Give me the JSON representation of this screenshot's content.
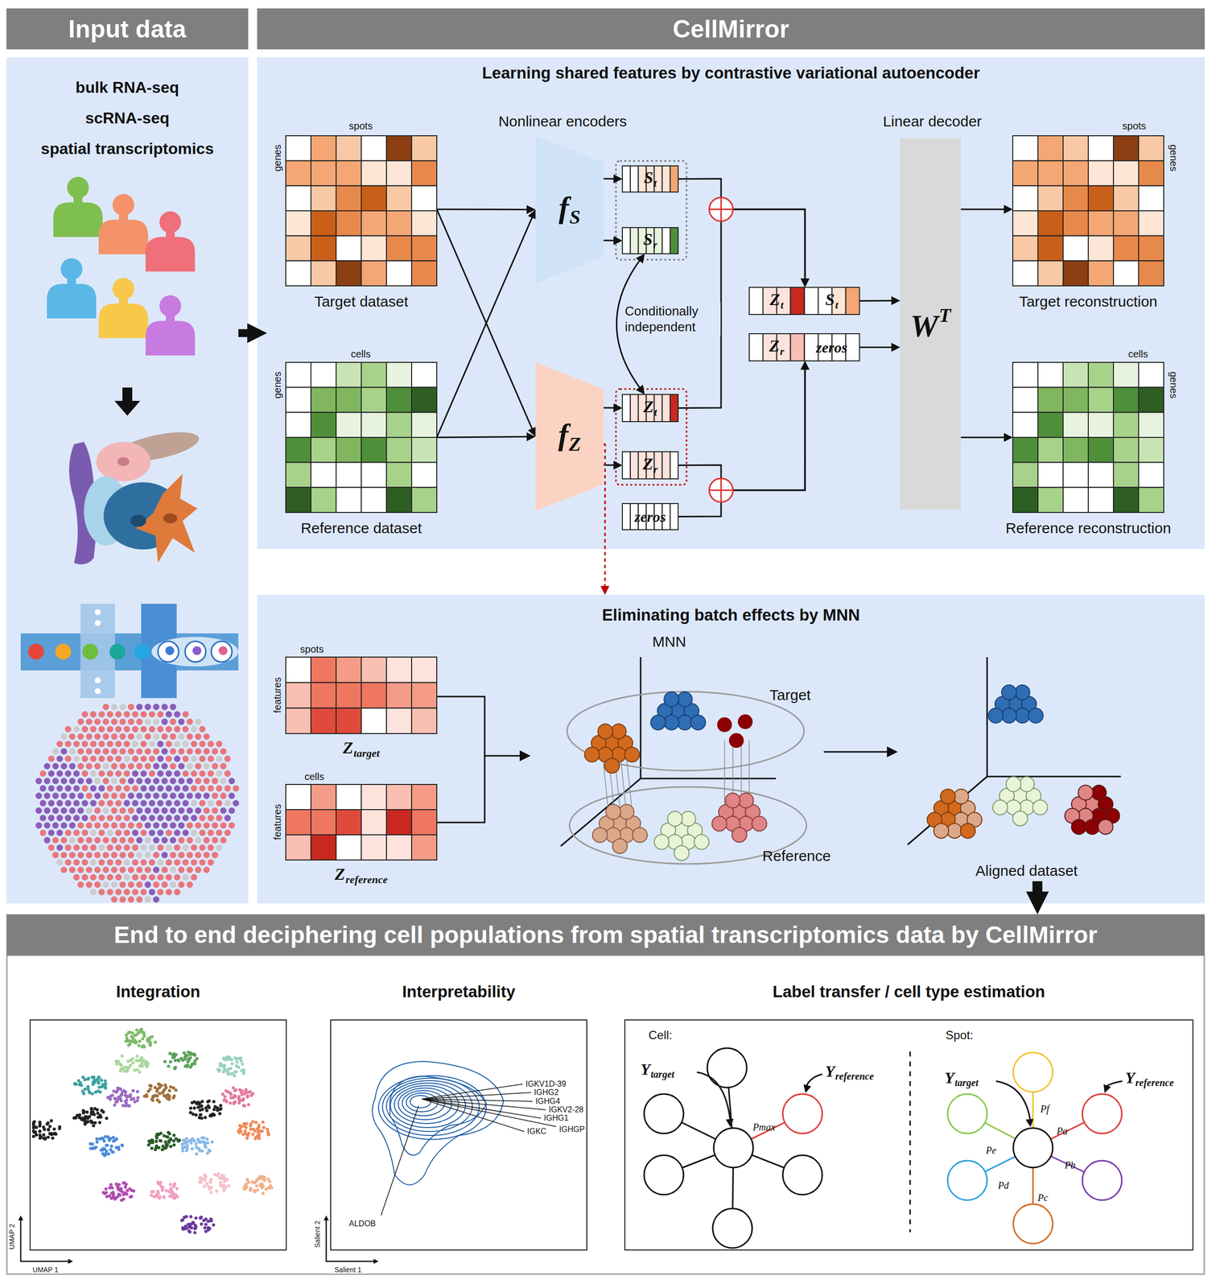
{
  "diagram": {
    "nodes": [
      {
        "text": [
          "Input data"
        ]
      },
      {
        "text": [
          "CellMirror"
        ]
      },
      {
        "text": [
          "bulk RNA-seq",
          "scRNA-seq",
          "spatial transcriptomics"
        ]
      },
      {
        "text": [
          "Learning shared features by contrastive variational autoencoder"
        ]
      },
      {
        "text": [
          "Target dataset"
        ],
        "in": 3
      },
      {
        "text": [
          "Reference dataset"
        ],
        "in": 3
      },
      {
        "text": [
          "f",
          "S"
        ],
        "in": 3
      },
      {
        "text": [
          "f",
          "Z"
        ],
        "in": 3
      },
      {
        "text": [
          "S",
          "t"
        ],
        "in": 3
      },
      {
        "text": [
          "S",
          "r"
        ],
        "in": 3
      },
      {
        "text": [
          "Z",
          "t"
        ],
        "in": 3
      },
      {
        "text": [
          "Z",
          "r"
        ],
        "in": 3
      },
      {
        "text": [
          "zeros"
        ],
        "in": 3
      },
      {
        "text": [
          "Z",
          "t",
          "S",
          "t"
        ],
        "in": 3
      },
      {
        "text": [
          "Z",
          "r",
          "zeros"
        ],
        "in": 3
      },
      {
        "text": [
          "W",
          "T"
        ],
        "in": 3
      },
      {
        "text": [
          "Target reconstruction"
        ],
        "in": 3
      },
      {
        "text": [
          "Reference reconstruction"
        ],
        "in": 3
      },
      {
        "text": [
          "Eliminating batch effects by MNN"
        ]
      },
      {
        "text": [
          "Z",
          "target"
        ],
        "in": 18
      },
      {
        "text": [
          "Z",
          "reference"
        ],
        "in": 18
      },
      {
        "text": [
          "End to end deciphering cell populations from spatial transcriptomics data by CellMirror"
        ]
      },
      {
        "text": [
          "Integration"
        ],
        "in": 21
      },
      {
        "text": [
          "Interpretability"
        ],
        "in": 21
      },
      {
        "text": [
          "Label transfer / cell type estimation"
        ],
        "in": 21
      }
    ],
    "edges": [
      {
        "from": 2,
        "to": 3,
        "arrow": "to"
      },
      {
        "from": 4,
        "to": 6,
        "arrow": "to"
      },
      {
        "from": 4,
        "to": 7,
        "arrow": "to"
      },
      {
        "from": 5,
        "to": 6,
        "arrow": "to"
      },
      {
        "from": 5,
        "to": 7,
        "arrow": "to"
      },
      {
        "from": 6,
        "to": 8,
        "arrow": "to"
      },
      {
        "from": 6,
        "to": 9,
        "arrow": "to"
      },
      {
        "from": 7,
        "to": 10,
        "arrow": "to"
      },
      {
        "from": 7,
        "to": 11,
        "arrow": "to"
      },
      {
        "from": 9,
        "to": 10,
        "arrow": "both",
        "label": "Conditionally independent"
      },
      {
        "from": 8,
        "to": 13,
        "arrow": "to"
      },
      {
        "from": 10,
        "to": 13,
        "arrow": "to"
      },
      {
        "from": 11,
        "to": 14,
        "arrow": "to"
      },
      {
        "from": 12,
        "to": 14,
        "arrow": "to"
      },
      {
        "from": 13,
        "to": 15,
        "arrow": "to"
      },
      {
        "from": 14,
        "to": 15,
        "arrow": "to"
      },
      {
        "from": 15,
        "to": 16,
        "arrow": "to"
      },
      {
        "from": 15,
        "to": 17,
        "arrow": "to"
      },
      {
        "from": 7,
        "to": 18,
        "arrow": "to"
      },
      {
        "from": 18,
        "to": 21,
        "arrow": "to"
      }
    ],
    "labels": [
      "spots",
      "genes",
      "cells",
      "genes",
      "Nonlinear encoders",
      "Linear decoder",
      "spots",
      "genes",
      "cells",
      "genes",
      "spots",
      "features",
      "cells",
      "features",
      "MNN",
      "Target",
      "Reference",
      "Aligned dataset",
      "UMAP 2",
      "UMAP 1",
      "IGKV1D-39",
      "IGHG2",
      "IGHG4",
      "IGKV2-28",
      "IGHG1",
      "IGKC",
      "IGHGP",
      "ALDOB",
      "Salient 2",
      "Salient 1",
      "Cell:",
      "Spot:",
      "Y",
      "target",
      "Y",
      "reference",
      "Y",
      "target",
      "Y",
      "reference",
      "Pmax",
      "Pf",
      "Pa",
      "Pe",
      "Pb",
      "Pd",
      "Pc"
    ]
  }
}
